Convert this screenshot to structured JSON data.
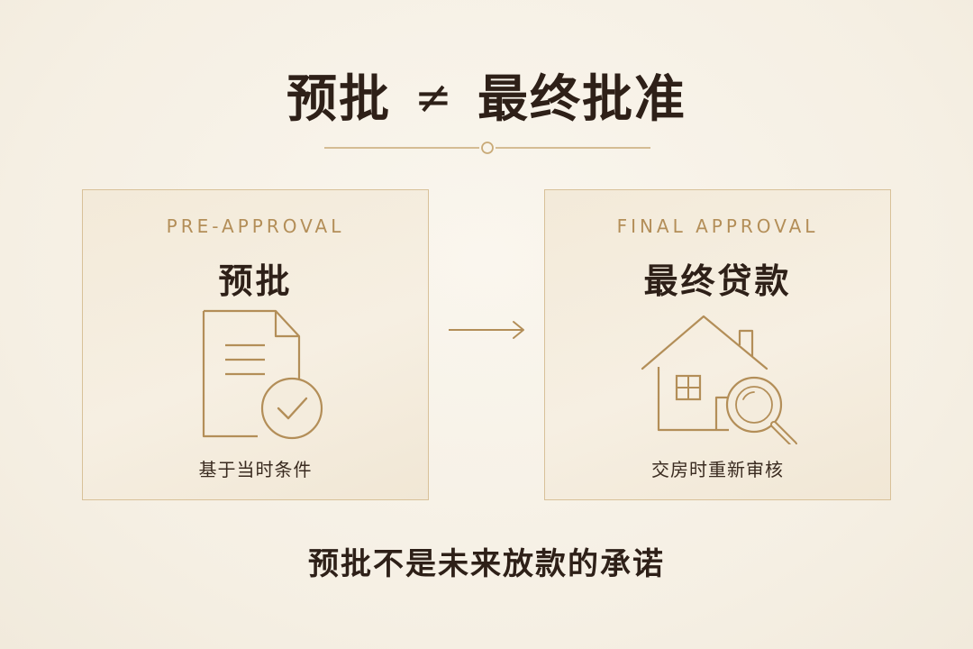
{
  "header": {
    "left_text": "预批",
    "operator": "≠",
    "right_text": "最终批准"
  },
  "cards": [
    {
      "subtitle": "PRE-APPROVAL",
      "title": "预批",
      "note": "基于当时条件",
      "icon": "document-check-icon"
    },
    {
      "subtitle": "FINAL APPROVAL",
      "title": "最终贷款",
      "note": "交房时重新审核",
      "icon": "house-magnifier-icon"
    }
  ],
  "connector_icon": "arrow-right-icon",
  "footer": {
    "text": "预批不是未来放款的承诺"
  },
  "colors": {
    "background": "#f7f2e8",
    "accent_gold": "#b38e58",
    "text_dark": "#2e2018"
  }
}
